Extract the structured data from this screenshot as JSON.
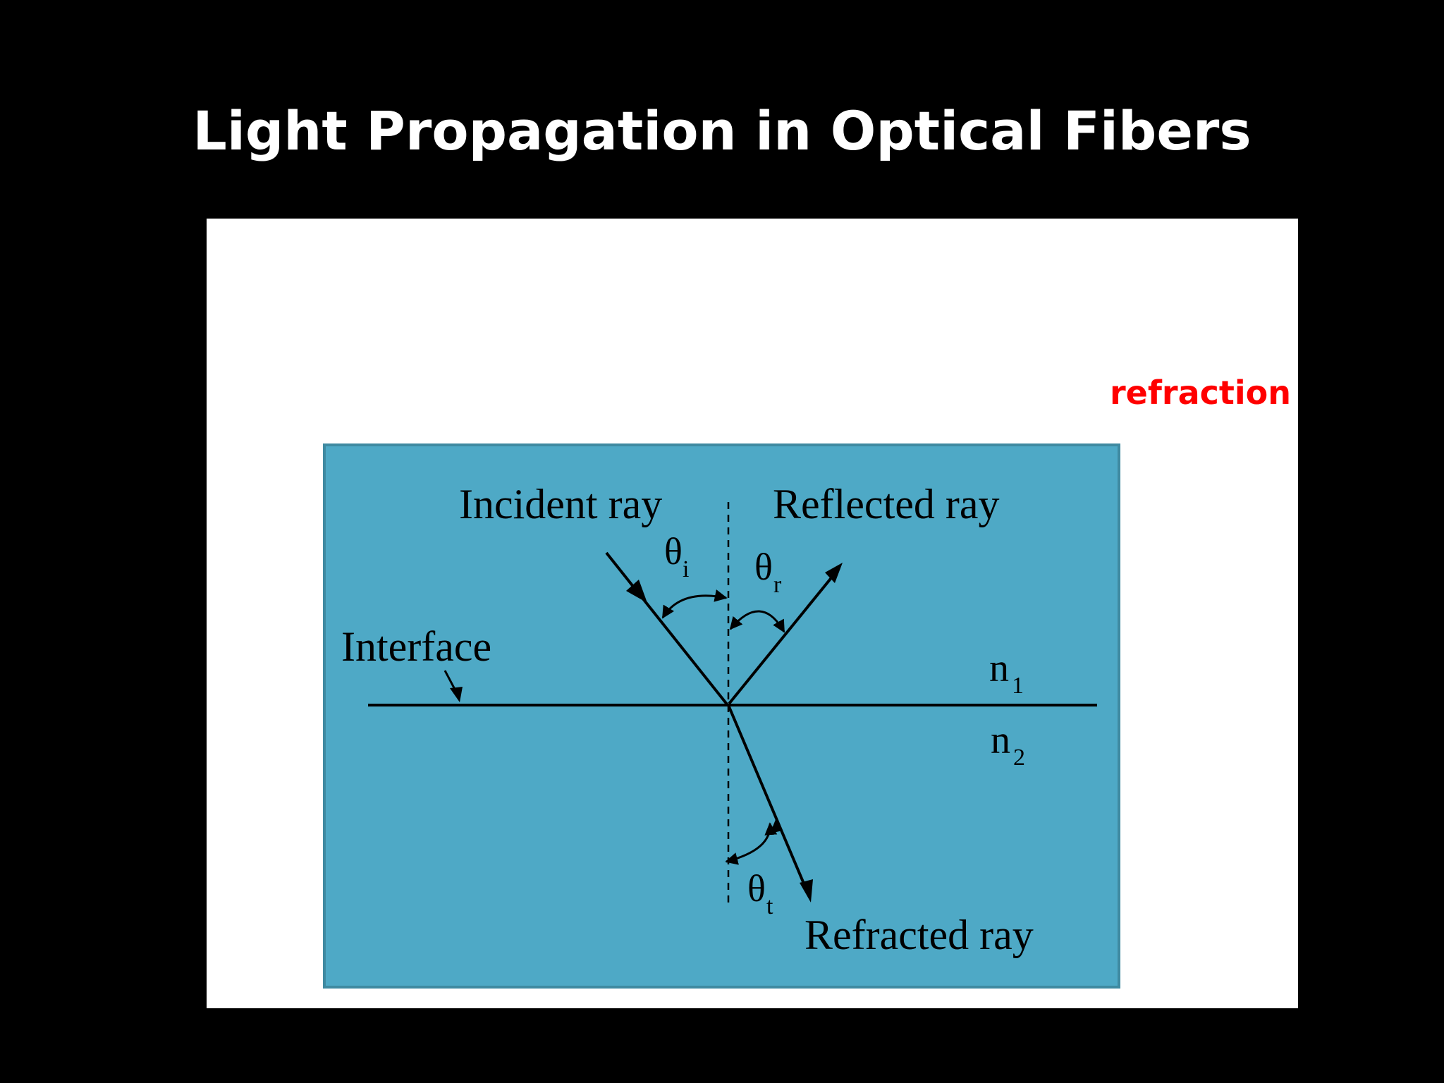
{
  "slide": {
    "title": "Light Propagation in Optical Fibers",
    "annotation": "refraction"
  },
  "diagram": {
    "labels": {
      "incident": "Incident ray",
      "reflected": "Reflected ray",
      "refracted": "Refracted ray",
      "interface": "Interface"
    },
    "angles": {
      "incident": "θ",
      "incident_sub": "i",
      "reflected": "θ",
      "reflected_sub": "r",
      "transmitted": "θ",
      "transmitted_sub": "t"
    },
    "media": {
      "n1": "n",
      "n1_sub": "1",
      "n2": "n",
      "n2_sub": "2"
    }
  },
  "colors": {
    "background": "#000000",
    "panel": "#ffffff",
    "diagram_fill": "#4ea9c6",
    "diagram_border": "#3f8aa1",
    "annotation": "#ff0000",
    "title": "#ffffff"
  }
}
